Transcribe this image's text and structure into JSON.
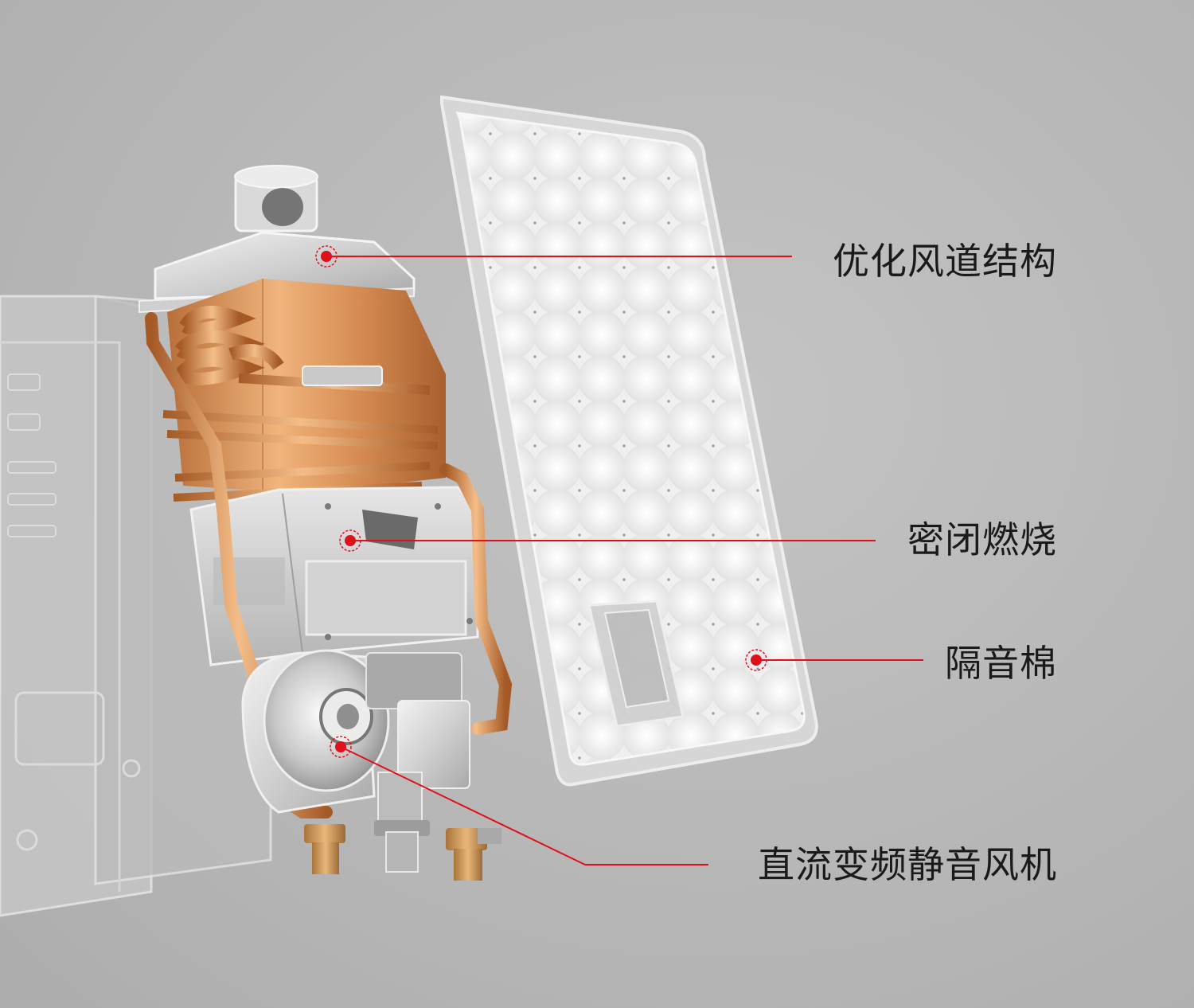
{
  "callouts": [
    {
      "label": "优化风道结构"
    },
    {
      "label": "密闭燃烧"
    },
    {
      "label": "隔音棉"
    },
    {
      "label": "直流变频静音风机"
    }
  ],
  "colors": {
    "background": "#b9b9b9",
    "leader_line": "#e0101a",
    "copper": "#d9925a",
    "steel": "#d8d8d8"
  }
}
